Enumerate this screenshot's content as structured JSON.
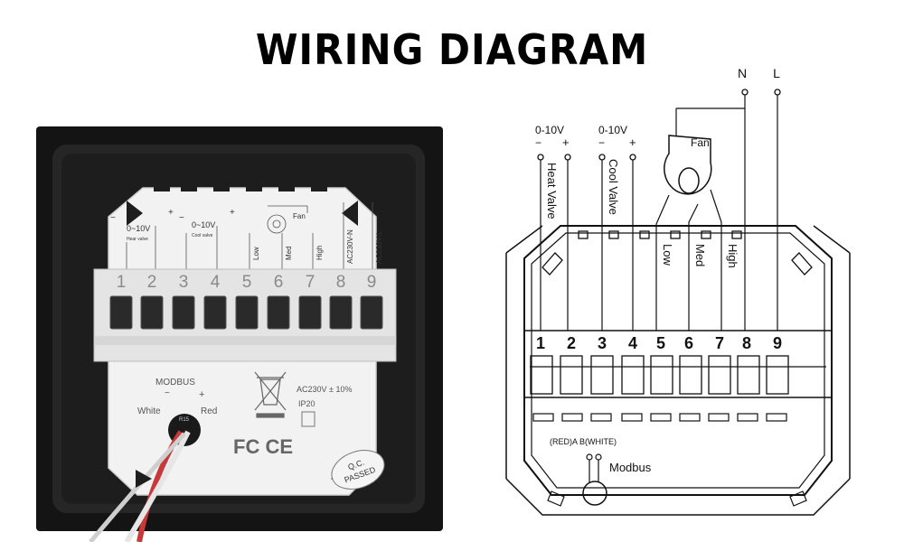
{
  "title": "WIRING DIAGRAM",
  "photo": {
    "terminal_numbers": [
      "1",
      "2",
      "3",
      "4",
      "5",
      "6",
      "7",
      "8",
      "9"
    ],
    "minus": "−",
    "plus": "+",
    "heat_v": "0~10V",
    "heat_valve": "Hear valve",
    "cool_v": "0~10V",
    "cool_valve": "Cool valve",
    "fan": "Fan",
    "low": "Low",
    "med": "Med",
    "high": "High",
    "ac_n": "AC230V-N",
    "ac_l": "AC230V-L",
    "modbus": "MODBUS",
    "white": "White",
    "red": "Red",
    "ac_rating": "AC230V ± 10%",
    "ip": "IP20",
    "cable_label": "R15",
    "fc_ce": "FC CE",
    "qc_1": "Q.C.",
    "qc_2": "PASSED"
  },
  "wiring": {
    "n": "N",
    "l": "L",
    "heat_v": "0-10V",
    "cool_v": "0-10V",
    "minus": "−",
    "plus": "+",
    "heat_valve": "Heat Valve",
    "cool_valve": "Cool Valve",
    "fan": "Fan",
    "low": "Low",
    "med": "Med",
    "high": "High",
    "terminal_numbers": [
      "1",
      "2",
      "3",
      "4",
      "5",
      "6",
      "7",
      "8",
      "9"
    ],
    "modbus_pins": "(RED)A  B(WHITE)",
    "modbus": "Modbus"
  }
}
